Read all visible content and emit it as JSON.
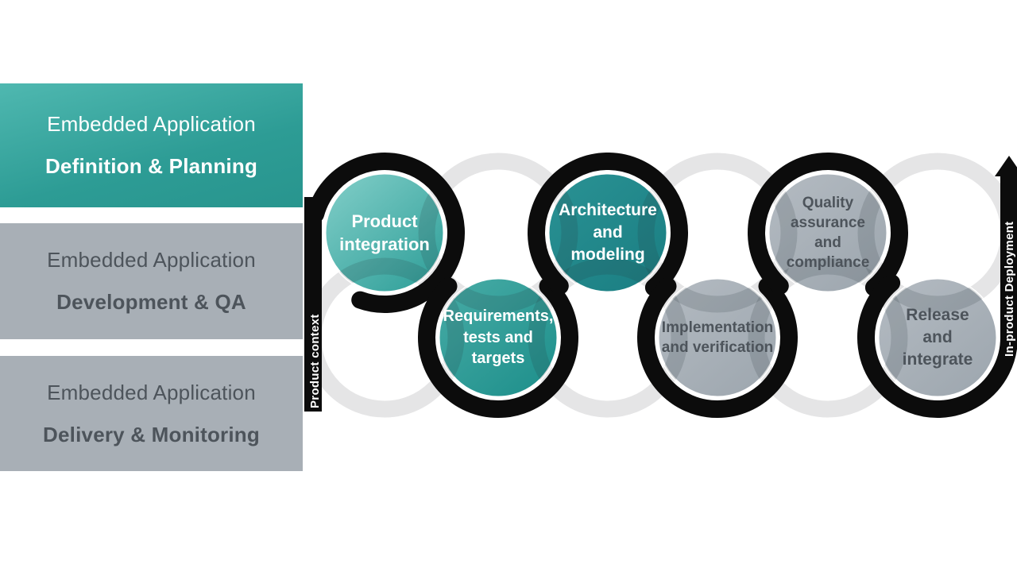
{
  "left_panel": {
    "boxes": [
      {
        "id": "definition-planning",
        "line1": "Embedded Application",
        "line2": "Definition & Planning",
        "style": "teal"
      },
      {
        "id": "development-qa",
        "line1": "Embedded Application",
        "line2": "Development & QA",
        "style": "gray"
      },
      {
        "id": "delivery-monitoring",
        "line1": "Embedded Application",
        "line2": "Delivery & Monitoring",
        "style": "gray"
      }
    ]
  },
  "diagram": {
    "rails": {
      "left_label": "Product context",
      "right_label": "In-product Deployment"
    },
    "nodes": [
      {
        "id": "product-integration",
        "lines": [
          "Product",
          "integration"
        ],
        "style": "teal-light"
      },
      {
        "id": "requirements-tests-targets",
        "lines": [
          "Requirements,",
          "tests and",
          "targets"
        ],
        "style": "teal"
      },
      {
        "id": "architecture-modeling",
        "lines": [
          "Architecture",
          "and",
          "modeling"
        ],
        "style": "teal-deep"
      },
      {
        "id": "implementation-verification",
        "lines": [
          "Implementation",
          "and verification"
        ],
        "style": "gray"
      },
      {
        "id": "quality-assurance-compliance",
        "lines": [
          "Quality",
          "assurance",
          "and",
          "compliance"
        ],
        "style": "gray"
      },
      {
        "id": "release-integrate",
        "lines": [
          "Release",
          "and",
          "integrate"
        ],
        "style": "gray"
      }
    ],
    "colors": {
      "chain": "#0c0c0c",
      "ghost_chain": "#e5e5e6",
      "overlap_shadow": "rgba(35,48,58,0.16)",
      "node_teal_light_from": "#83cfc9",
      "node_teal_light_to": "#31a09a",
      "node_teal_from": "#48aca6",
      "node_teal_to": "#1f908c",
      "node_teal_deep_from": "#2a9294",
      "node_teal_deep_to": "#1b7f83",
      "node_gray_from": "#b4bbc2",
      "node_gray_to": "#9ea7af",
      "node_ring_gap": "#ffffff",
      "box_teal_from": "#4fb8b0",
      "box_teal_to": "#28958e",
      "box_gray": "#a8afb6",
      "box_teal_text": "#ffffff",
      "box_gray_text": "#4d545b"
    }
  }
}
